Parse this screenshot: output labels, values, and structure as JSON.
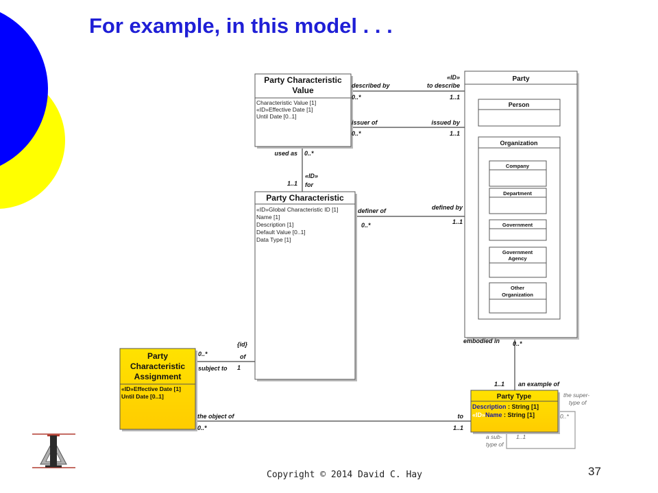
{
  "slide": {
    "title": "For example, in this model . . .",
    "copyright": "Copyright © 2014 David C. Hay",
    "page_number": "37"
  },
  "colors": {
    "title": "#1f1fd6",
    "blue_circle": "#0000ff",
    "yellow_circle": "#ffff00",
    "highlight_entity": "#ffd700"
  },
  "entities": {
    "pcv": {
      "title_lines": [
        "Party Characteristic",
        "Value"
      ],
      "attributes": [
        "Characteristic Value [1]",
        "«ID»Effective Date [1]",
        "Until Date [0..1]"
      ]
    },
    "pc": {
      "title_lines": [
        "Party Characteristic"
      ],
      "attributes": [
        "«ID»Global Characteristic ID [1]",
        "Name [1]",
        "Description [1]",
        "Default Value [0..1]",
        "Data Type [1]"
      ]
    },
    "pca": {
      "title_lines": [
        "Party",
        "Characteristic",
        "Assignment"
      ],
      "attributes": [
        "«ID»Effective Date [1]",
        "Until Date [0..1]"
      ]
    },
    "party": {
      "title_lines": [
        "Party"
      ]
    },
    "person": {
      "title_lines": [
        "Person"
      ]
    },
    "organization": {
      "title_lines": [
        "Organization"
      ]
    },
    "company": {
      "title_lines": [
        "Company"
      ]
    },
    "department": {
      "title_lines": [
        "Department"
      ]
    },
    "government": {
      "title_lines": [
        "Government"
      ]
    },
    "gov_agency": {
      "title_lines": [
        "Government",
        "Agency"
      ]
    },
    "other_org": {
      "title_lines": [
        "Other",
        "Organization"
      ]
    },
    "party_type": {
      "title_lines": [
        "Party Type"
      ],
      "attr1_label": "Description",
      "attr1_rest": " : String [1]",
      "attr2_prefix": "«ID»",
      "attr2_label": "Name",
      "attr2_rest": " : String [1]"
    }
  },
  "relationships": {
    "described_by": "described by",
    "id1": "«ID»",
    "to_describe": "to describe",
    "m_0n_a": "0..*",
    "m_11_a": "1..1",
    "issuer_of": "issuer of",
    "issued_by": "issued by",
    "m_0n_b": "0..*",
    "m_11_b": "1..1",
    "used_as": "used as",
    "m_0n_c": "0..*",
    "m_11_c": "1..1",
    "id2": "«ID»",
    "for": "for",
    "definer_of": "definer of",
    "defined_by": "defined by",
    "m_0n_d": "0..*",
    "m_11_d": "1..1",
    "id_curly": "{id}",
    "of": "of",
    "m_1": "1",
    "m_0n_e": "0..*",
    "subject_to": "subject to",
    "embodied_in": "embodied in",
    "m_0n_f": "0..*",
    "m_11_e": "1..1",
    "an_example_of": "an example of",
    "the_object_of": "the object of",
    "to": "to",
    "m_0n_g": "0..*",
    "m_11_g": "1..1",
    "supertype_1": "the super-",
    "supertype_2": "type of",
    "m_0n_h": "0..*",
    "subtype_1": "a sub-",
    "subtype_2": "type of",
    "m_11_h": "1..1"
  }
}
